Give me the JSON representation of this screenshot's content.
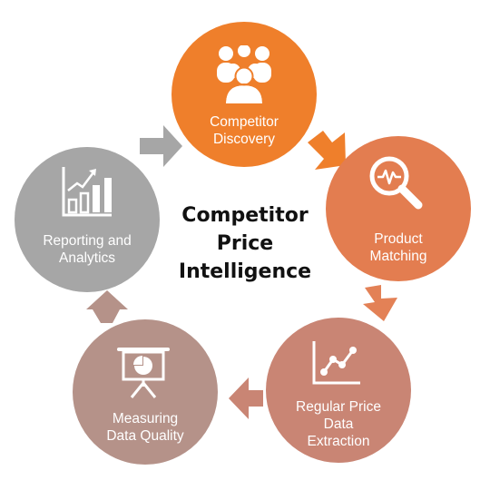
{
  "center_title": {
    "line1": "Competitor",
    "line2": "Price",
    "line3": "Intelligence"
  },
  "steps": [
    {
      "line1": "Competitor",
      "line2": "Discovery",
      "line3": "",
      "icon": "people-group-icon",
      "color": "#ef7f2b"
    },
    {
      "line1": "Product",
      "line2": "Matching",
      "line3": "",
      "icon": "magnifier-pulse-icon",
      "color": "#e37d50"
    },
    {
      "line1": "Regular Price",
      "line2": "Data",
      "line3": "Extraction",
      "icon": "line-chart-icon",
      "color": "#c98574"
    },
    {
      "line1": "Measuring",
      "line2": "Data Quality",
      "line3": "",
      "icon": "presentation-board-icon",
      "color": "#b59289"
    },
    {
      "line1": "Reporting and",
      "line2": "Analytics",
      "line3": "",
      "icon": "bar-chart-growth-icon",
      "color": "#a6a6a6"
    }
  ],
  "arrow_colors": [
    "#ef7f2b",
    "#e38156",
    "#c98574",
    "#b59289",
    "#a6a6a6"
  ]
}
